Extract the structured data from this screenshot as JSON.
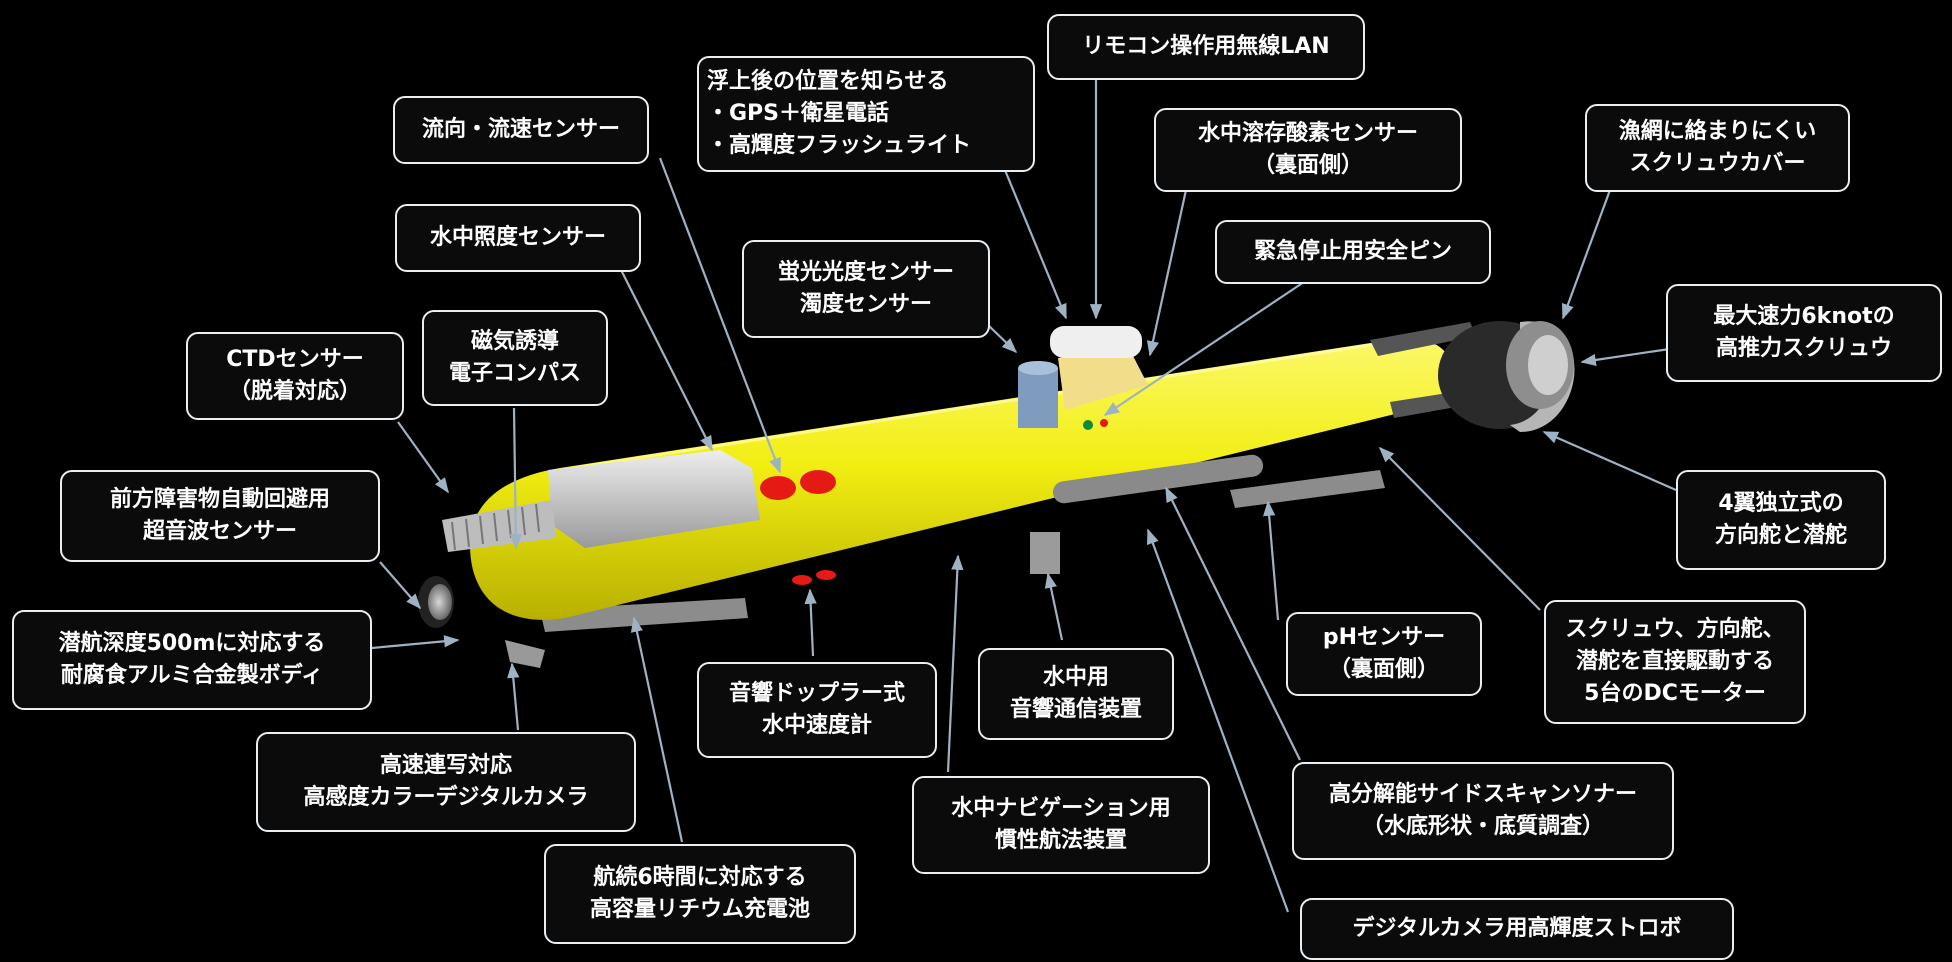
{
  "colors": {
    "background": "#000000",
    "hull": "#f2ee12",
    "leader": "#9fb2c2",
    "label_border": "#e9eef2"
  },
  "labels": {
    "remote_lan": {
      "lines": [
        "リモコン操作用無線LAN"
      ]
    },
    "gps_flash": {
      "lines": [
        "浮上後の位置を知らせる",
        "・GPS＋衛星電話",
        "・高輝度フラッシュライト"
      ]
    },
    "flow_sensor": {
      "lines": [
        "流向・流速センサー"
      ]
    },
    "do_sensor": {
      "lines": [
        "水中溶存酸素センサー",
        "（裏面側）"
      ]
    },
    "screw_cover": {
      "lines": [
        "漁網に絡まりにくい",
        "スクリュウカバー"
      ]
    },
    "illum_sensor": {
      "lines": [
        "水中照度センサー"
      ]
    },
    "emergency_pin": {
      "lines": [
        "緊急停止用安全ピン"
      ]
    },
    "fluoro_sensor": {
      "lines": [
        "蛍光光度センサー",
        "濁度センサー"
      ]
    },
    "max_speed": {
      "lines": [
        "最大速力6knotの",
        "高推力スクリュウ"
      ]
    },
    "ctd_sensor": {
      "lines": [
        "CTDセンサー",
        "（脱着対応）"
      ]
    },
    "compass": {
      "lines": [
        "磁気誘導",
        "電子コンパス"
      ]
    },
    "obstacle_sonar": {
      "lines": [
        "前方障害物自動回避用",
        "超音波センサー"
      ]
    },
    "rudders": {
      "lines": [
        "4翼独立式の",
        "方向舵と潜舵"
      ]
    },
    "body": {
      "lines": [
        "潜航深度500mに対応する",
        "耐腐食アルミ合金製ボディ"
      ]
    },
    "ph_sensor": {
      "lines": [
        "pHセンサー",
        "（裏面側）"
      ]
    },
    "dc_motors": {
      "lines": [
        "スクリュウ、方向舵、",
        "潜舵を直接駆動する",
        "5台のDCモーター"
      ]
    },
    "acoustic_comm": {
      "lines": [
        "水中用",
        "音響通信装置"
      ]
    },
    "doppler": {
      "lines": [
        "音響ドップラー式",
        "水中速度計"
      ]
    },
    "camera": {
      "lines": [
        "高速連写対応",
        "高感度カラーデジタルカメラ"
      ]
    },
    "sidescan": {
      "lines": [
        "高分解能サイドスキャンソナー",
        "（水底形状・底質調査）"
      ]
    },
    "inertial_nav": {
      "lines": [
        "水中ナビゲーション用",
        "慣性航法装置"
      ]
    },
    "battery": {
      "lines": [
        "航続6時間に対応する",
        "高容量リチウム充電池"
      ]
    },
    "strobe": {
      "lines": [
        "デジタルカメラ用高輝度ストロボ"
      ]
    }
  }
}
